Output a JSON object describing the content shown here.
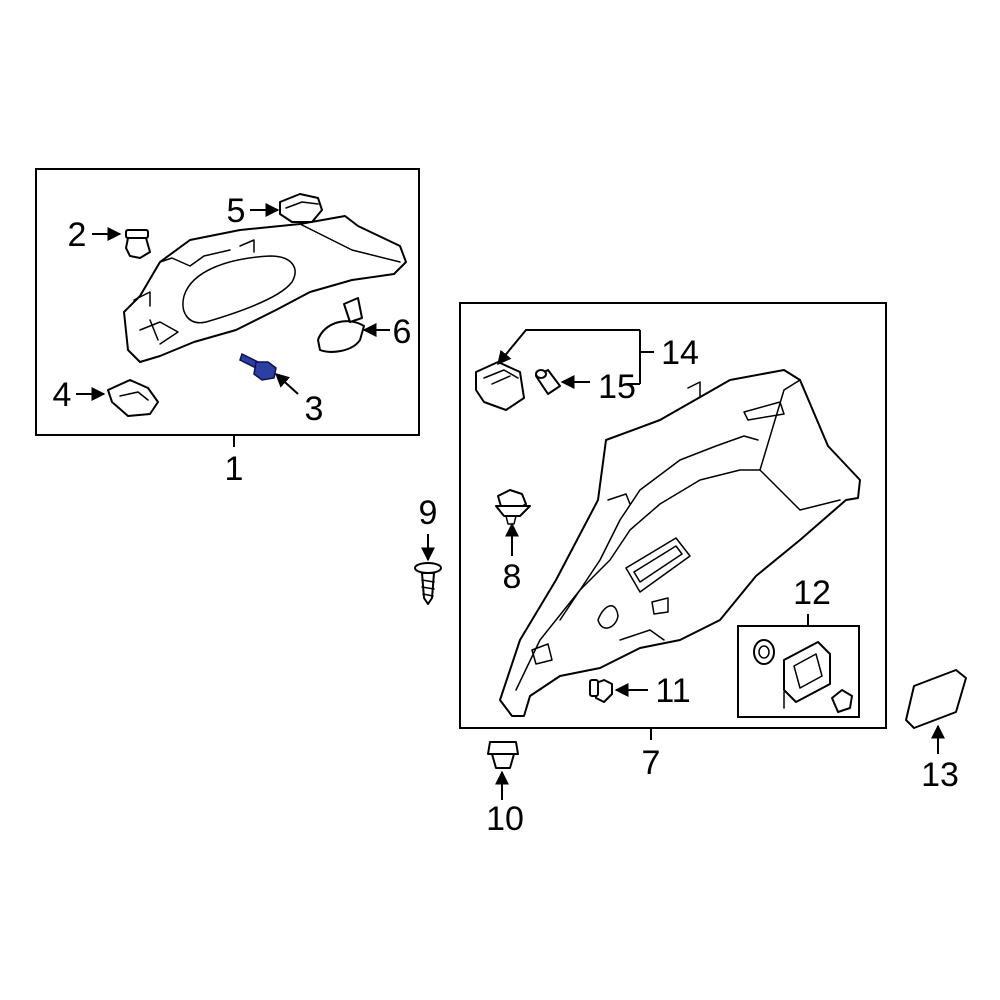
{
  "diagram": {
    "callouts": {
      "c1": "1",
      "c2": "2",
      "c3": "3",
      "c4": "4",
      "c5": "5",
      "c6": "6",
      "c7": "7",
      "c8": "8",
      "c9": "9",
      "c10": "10",
      "c11": "11",
      "c12": "12",
      "c13": "13",
      "c14": "14",
      "c15": "15"
    },
    "highlighted_part": "3",
    "colors": {
      "line": "#000000",
      "highlight": "#2e3fa3",
      "background": "#ffffff"
    }
  }
}
